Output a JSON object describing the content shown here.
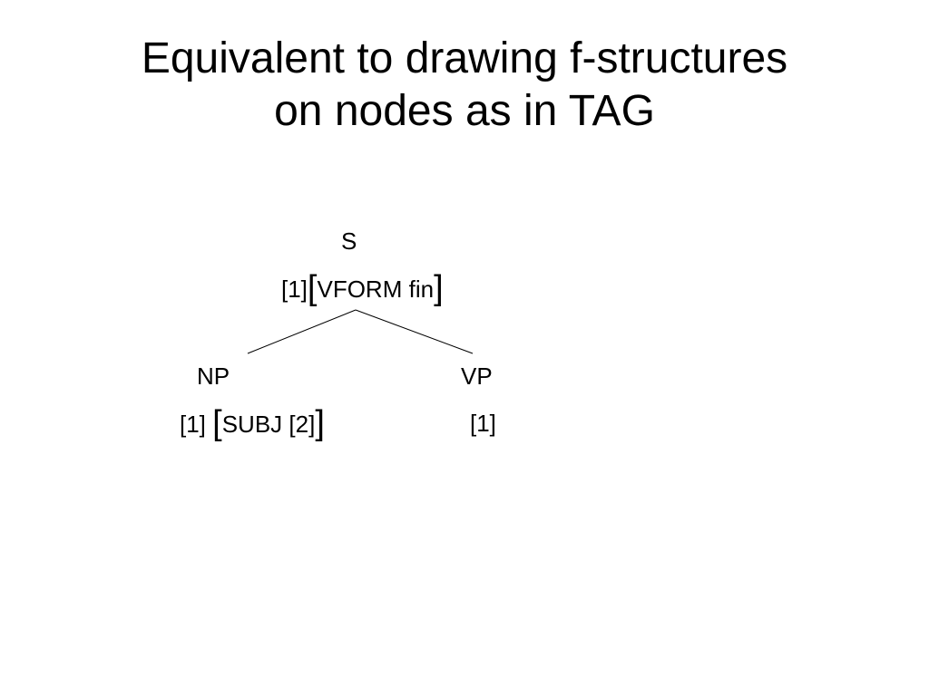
{
  "title": {
    "line1": "Equivalent to drawing f-structures",
    "line2": "on nodes as in TAG"
  },
  "tree": {
    "root": {
      "label": "S",
      "tag": "[1]",
      "open_bracket": "[",
      "feature": "VFORM fin",
      "close_bracket": "]"
    },
    "left_child": {
      "label": "NP",
      "tag": "[1]",
      "open_bracket": "[",
      "feature": "SUBJ [2]",
      "close_bracket": "]"
    },
    "right_child": {
      "label": "VP",
      "tag": "[1]"
    }
  },
  "colors": {
    "text": "#000000",
    "background": "#ffffff"
  }
}
